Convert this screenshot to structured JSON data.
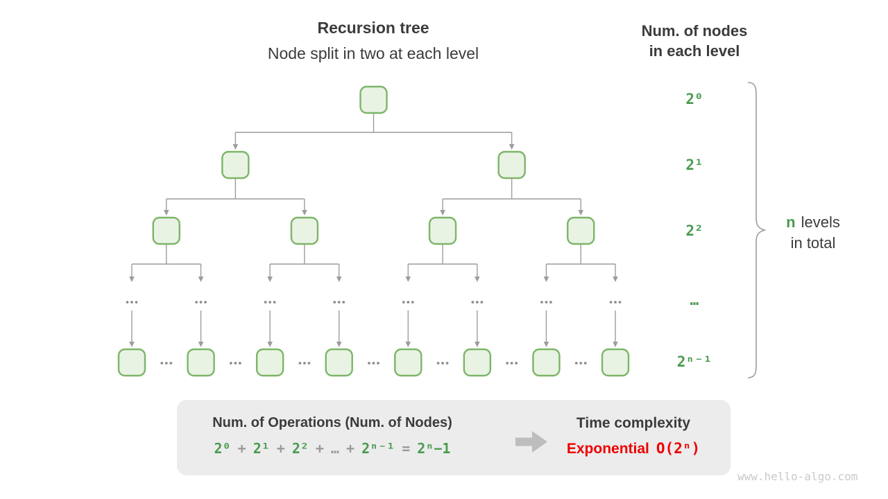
{
  "header": {
    "title": "Recursion tree",
    "subtitle": "Node split in two at each level"
  },
  "right_header": {
    "line1": "Num. of nodes",
    "line2": "in each level"
  },
  "tree": {
    "levels": [
      1,
      2,
      4
    ],
    "ellipsis_row_columns": 8,
    "bottom_row_nodes": 8
  },
  "level_labels": {
    "items": [
      "2⁰",
      "2¹",
      "2²",
      "…",
      "2ⁿ⁻¹"
    ]
  },
  "brace_label": {
    "n": "n",
    "rest": "levels",
    "line2": "in total"
  },
  "summary_box": {
    "operations_title": "Num. of Operations (Num. of Nodes)",
    "formula": [
      {
        "text": "2⁰",
        "color": "green"
      },
      {
        "text": "+",
        "color": "gray"
      },
      {
        "text": "2¹",
        "color": "green"
      },
      {
        "text": "+",
        "color": "gray"
      },
      {
        "text": "2²",
        "color": "green"
      },
      {
        "text": "+",
        "color": "gray"
      },
      {
        "text": "…",
        "color": "gray"
      },
      {
        "text": "+",
        "color": "gray"
      },
      {
        "text": "2ⁿ⁻¹",
        "color": "green"
      },
      {
        "text": "=",
        "color": "gray"
      },
      {
        "text": "2ⁿ−1",
        "color": "green"
      }
    ],
    "time_complexity_title": "Time complexity",
    "complexity_name": "Exponential",
    "complexity_big_o": "O(2ⁿ)"
  },
  "watermark": "www.hello-algo.com",
  "colors": {
    "dark_text": "#3b3b3b",
    "green": "#4a9b4f",
    "red": "#ef0000",
    "node_fill": "#e9f3e4",
    "node_stroke": "#7cb568",
    "line": "#9c9c9c",
    "dot": "#8d8d8d",
    "box_bg": "#ececec",
    "block_arrow": "#bdbdbd",
    "watermark": "#c9c9c9"
  }
}
